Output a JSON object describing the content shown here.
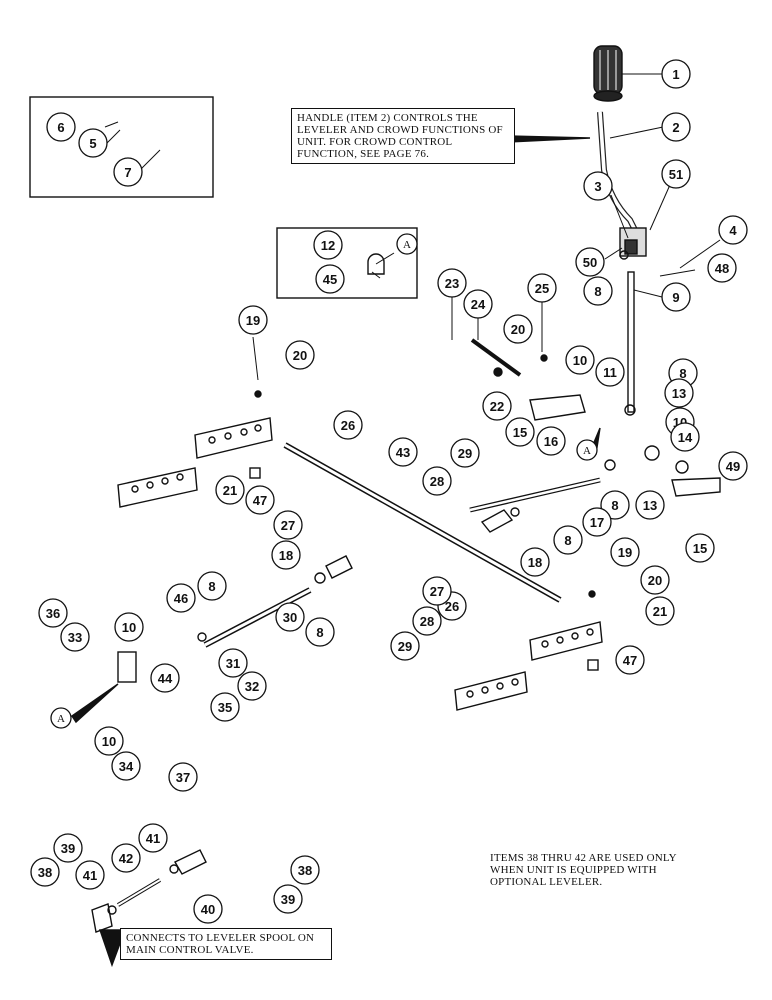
{
  "notes": {
    "handle": "HANDLE (item 2) CONTROLS THE LEVELER AND CROWD FUNCTIONS OF UNIT. FOR CROWD CONTROL FUNCTION, SEE PAGE 76.",
    "leveler_items": "ITEMS 38 THRU 42 ARE USED ONLY WHEN UNIT IS EQUIPPED WITH OPTIONAL LEVELER.",
    "connects": "CONNECTS TO LEVELER SPOOL ON MAIN CONTROL VALVE."
  },
  "ref_label": "A",
  "callouts": [
    "1",
    "2",
    "3",
    "4",
    "5",
    "6",
    "7",
    "8",
    "9",
    "10",
    "11",
    "12",
    "13",
    "14",
    "15",
    "16",
    "17",
    "18",
    "19",
    "20",
    "21",
    "22",
    "23",
    "24",
    "25",
    "26",
    "27",
    "28",
    "29",
    "30",
    "31",
    "32",
    "33",
    "34",
    "35",
    "36",
    "37",
    "38",
    "39",
    "40",
    "41",
    "42",
    "43",
    "44",
    "45",
    "46",
    "47",
    "48",
    "49",
    "50",
    "51"
  ]
}
